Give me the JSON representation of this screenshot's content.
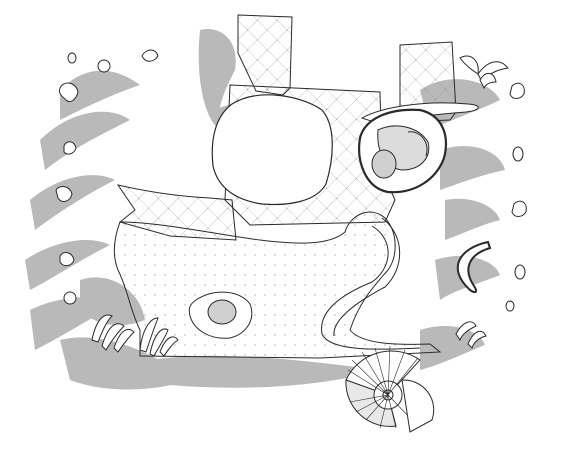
{
  "colors": {
    "background": "#ffffff",
    "shadow": "#b9b9b9",
    "stroke": "#2a2a2a",
    "grid": "#9a9a9a",
    "dot": "#a8a8a8"
  },
  "figure": {
    "elements": [
      "cast-shadows",
      "upper-left-panel",
      "upper-right-panel",
      "central-mesh-panel",
      "left-wing-panel",
      "lower-dotted-mass",
      "central-blob",
      "hooded-eye-form",
      "serpentine-band",
      "crescent-form",
      "inner-blob",
      "spiral-stair",
      "claw-cluster-left",
      "claw-cluster-lower",
      "claw-cluster-right-top",
      "claw-cluster-right-bottom",
      "left-pod-column",
      "right-pod-column"
    ]
  }
}
